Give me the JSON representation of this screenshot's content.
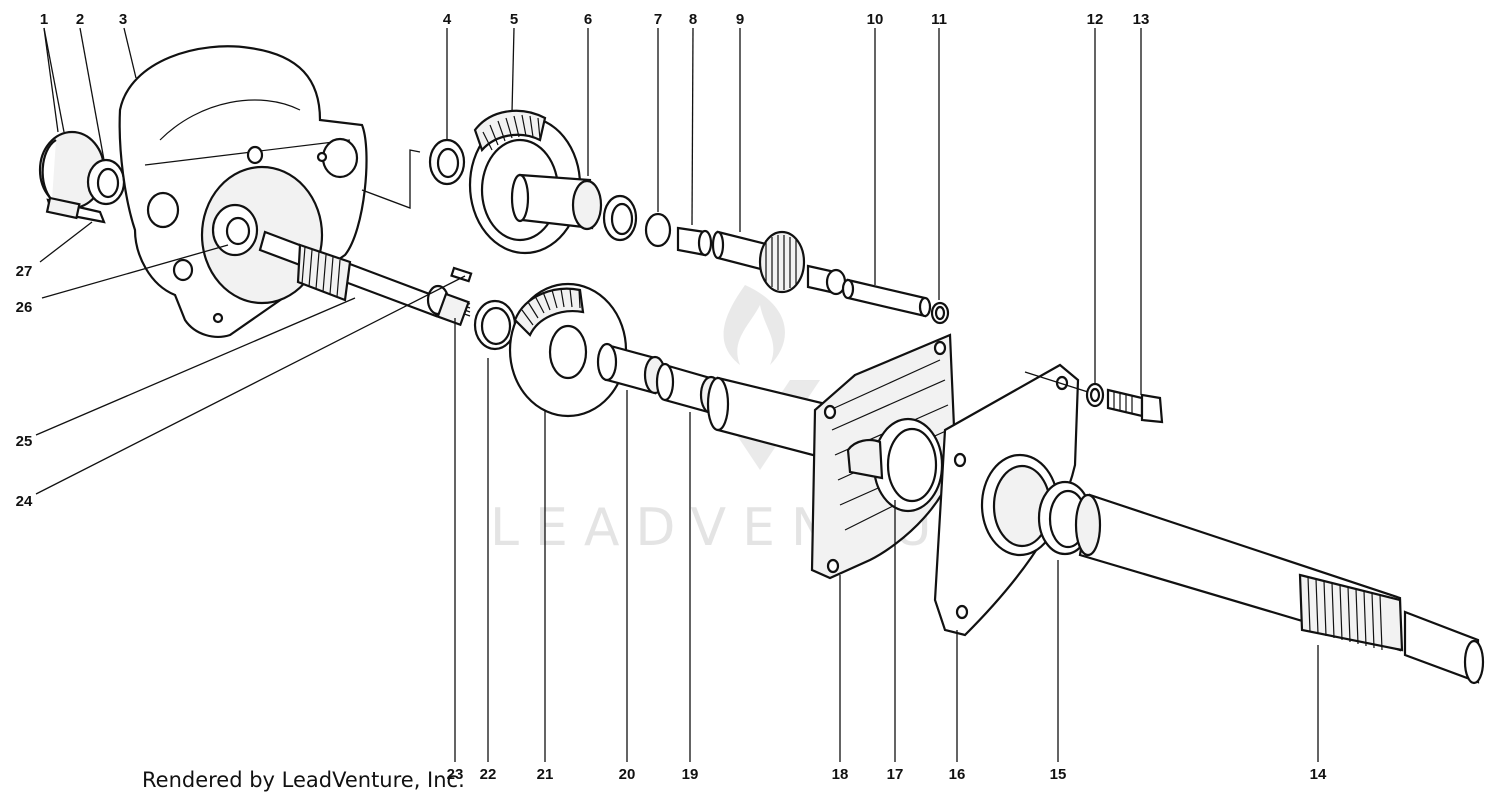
{
  "footer_text": "Rendered by LeadVenture, Inc.",
  "watermark_text": "LEADVENTURE",
  "part_labels": [
    "1",
    "2",
    "3",
    "4",
    "5",
    "6",
    "7",
    "8",
    "9",
    "10",
    "11",
    "12",
    "13",
    "14",
    "15",
    "16",
    "17",
    "18",
    "19",
    "20",
    "21",
    "22",
    "23",
    "24",
    "25",
    "26",
    "27"
  ]
}
